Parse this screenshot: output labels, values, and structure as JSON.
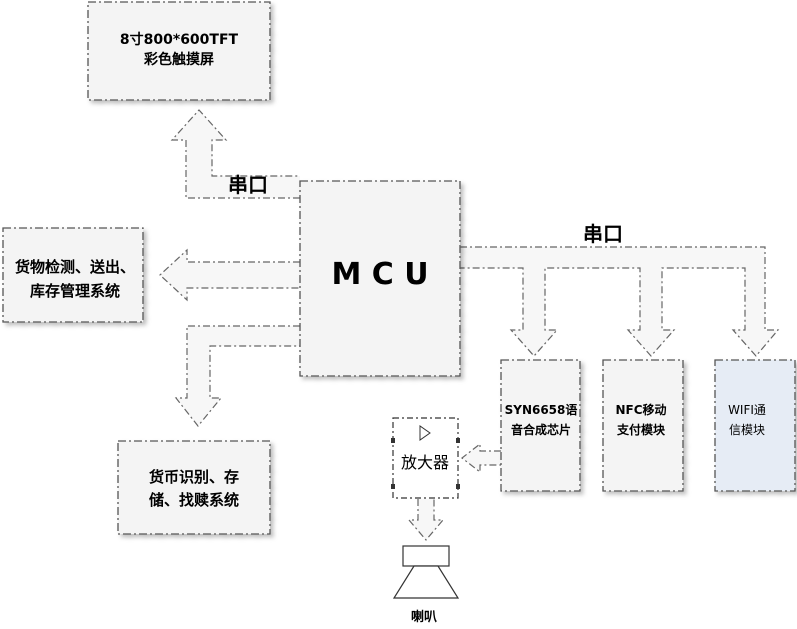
{
  "nodes": {
    "screen": {
      "line1": "8寸800*600TFT",
      "line2": "彩色触摸屏"
    },
    "mcu": {
      "label": "M C U"
    },
    "goods": {
      "line1": "货物检测、送出、",
      "line2": "库存管理系统"
    },
    "currency": {
      "line1": "货币识别、存",
      "line2": "储、找赎系统"
    },
    "syn": {
      "line1": "SYN6658语",
      "line2": "音合成芯片"
    },
    "nfc": {
      "line1": "NFC移动",
      "line2": "支付模块"
    },
    "wifi": {
      "line1": "WIFI通",
      "line2": "信模块"
    },
    "amp": {
      "label": "放大器"
    },
    "speaker": {
      "label": "喇叭"
    }
  },
  "edges": {
    "serial_screen": "串口",
    "serial_bus": "串口"
  },
  "colors": {
    "box_fill": "#f4f4f4",
    "wifi_fill": "#e6ecf5",
    "border": "#555555",
    "arrow_fill": "#f7f7f7"
  }
}
